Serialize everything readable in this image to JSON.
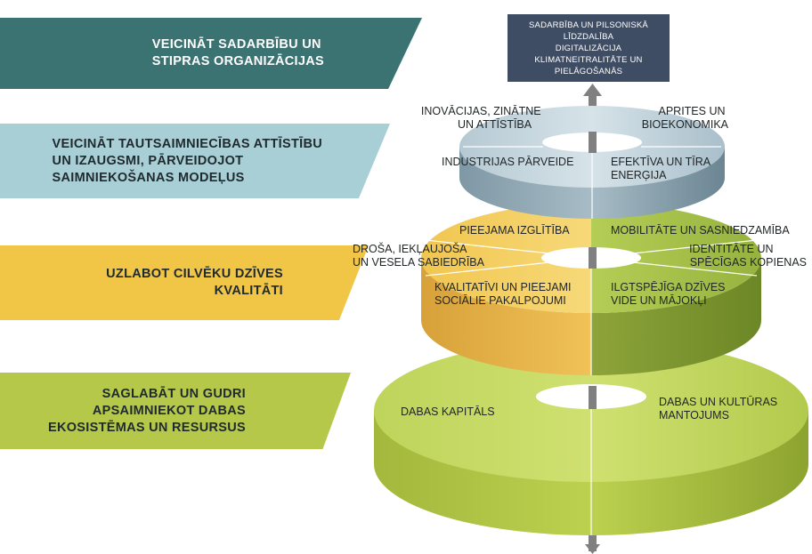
{
  "banners": {
    "b1": [
      "VEICINĀT SADARBĪBU UN",
      "STIPRAS ORGANIZĀCIJAS"
    ],
    "b2": [
      "VEICINĀT TAUTSAIMNIECĪBAS ATTĪSTĪBU",
      "UN IZAUGSMI, PĀRVEIDOJOT",
      "SAIMNIEKOŠANAS MODEĻUS"
    ],
    "b3": [
      "UZLABOT CILVĒKU DZĪVES",
      "KVALITĀTI"
    ],
    "b4": [
      "SAGLABĀT UN GUDRI",
      "APSAIMNIEKOT DABAS",
      "EKOSISTĒMAS UN RESURSUS"
    ]
  },
  "top_box": [
    "SADARBĪBA UN PILSONISKĀ",
    "LĪDZDALĪBA",
    "DIGITALIZĀCIJA",
    "KLIMATNEITRALITĀTE UN",
    "PIELĀGOŠANĀS"
  ],
  "tier2": {
    "top_left": [
      "INOVĀCIJAS, ZINĀTNE",
      "UN ATTĪSTĪBA"
    ],
    "top_right": [
      "APRITES UN",
      "BIOEKONOMIKA"
    ],
    "bottom_left": [
      "INDUSTRIJAS PĀRVEIDE"
    ],
    "bottom_right": [
      "EFEKTĪVA UN TĪRA",
      "ENERĢIJA"
    ]
  },
  "tier3": {
    "top_left": [
      "PIEEJAMA IZGLĪTĪBA"
    ],
    "top_right": [
      "MOBILITĀTE UN SASNIEDZAMĪBA"
    ],
    "mid_left": [
      "DROŠA, IEKĻAUJOŠA",
      "UN VESELA SABIEDRĪBA"
    ],
    "mid_right": [
      "IDENTITĀTE UN",
      "SPĒCĪGAS KOPIENAS"
    ],
    "bottom_left": [
      "KVALITATĪVI UN PIEEJAMI",
      "SOCIĀLIE PAKALPOJUMI"
    ],
    "bottom_right": [
      "ILGTSPĒJĪGA DZĪVES",
      "VIDE UN MĀJOKĻI"
    ]
  },
  "tier4": {
    "left": [
      "DABAS KAPITĀLS"
    ],
    "right": [
      "DABAS UN KULTŪRAS",
      "MANTOJUMS"
    ]
  },
  "colors": {
    "teal_dark": "#3b7272",
    "blue_light": "#a8cfd6",
    "yellow": "#f1c647",
    "green": "#b6c84a",
    "top_box": "#3f4d64",
    "arrow": "#808080"
  }
}
